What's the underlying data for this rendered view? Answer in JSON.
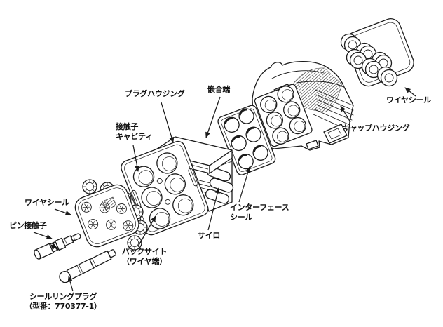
{
  "diagram": {
    "labels": {
      "plug_housing": "プラグハウジング",
      "mating_end": "嵌合端",
      "contact_cavity": "接触子\nキャビティ",
      "wire_seal_right": "ワイヤシール",
      "cap_housing": "キャップハウジング",
      "interface_seal": "インターフェース\nシール",
      "silo": "サイロ",
      "back_side_wire_end": "パックサイト\n（ワイヤ端）",
      "wire_seal_left": "ワイヤシール",
      "pin_contact": "ピン接触子",
      "seal_ring_plug": "シールリングプラグ\n（型番：770377-1）"
    },
    "colors": {
      "line": "#1b1b1b",
      "background": "#ffffff"
    }
  }
}
